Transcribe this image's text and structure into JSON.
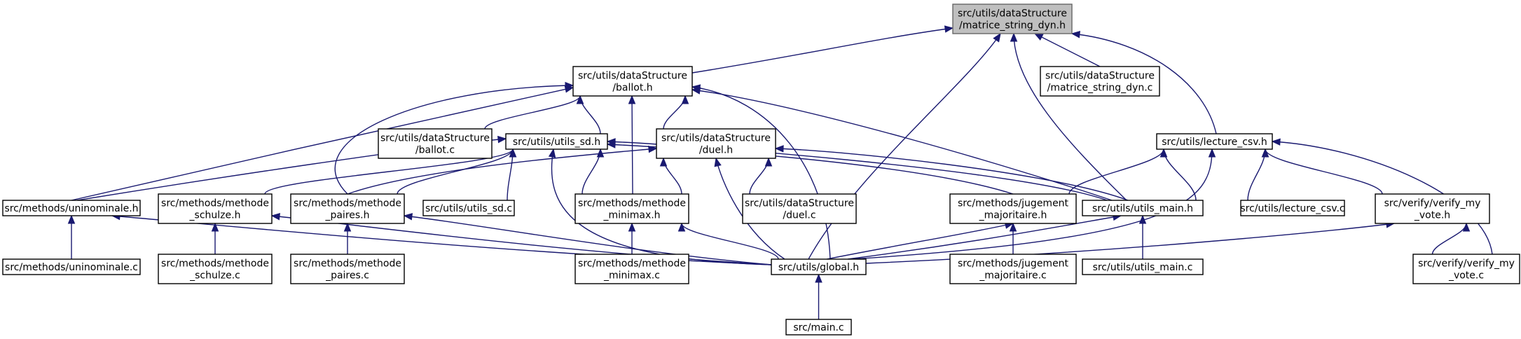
{
  "graph": {
    "type": "include-dependency-graph",
    "colors": {
      "edge": "#191970",
      "root_fill": "#bfbfbf",
      "node_fill": "#ffffff",
      "node_border": "#000000"
    },
    "nodes": [
      {
        "id": "root",
        "label": [
          "src/utils/dataStructure",
          "/matrice_string_dyn.h"
        ],
        "root": true
      },
      {
        "id": "mdyn_c",
        "label": [
          "src/utils/dataStructure",
          "/matrice_string_dyn.c"
        ]
      },
      {
        "id": "ballot_h",
        "label": [
          "src/utils/dataStructure",
          "/ballot.h"
        ]
      },
      {
        "id": "ballot_c",
        "label": [
          "src/utils/dataStructure",
          "/ballot.c"
        ]
      },
      {
        "id": "sd_h",
        "label": [
          "src/utils/utils_sd.h"
        ]
      },
      {
        "id": "sd_c",
        "label": [
          "src/utils/utils_sd.c"
        ]
      },
      {
        "id": "duel_h",
        "label": [
          "src/utils/dataStructure",
          "/duel.h"
        ]
      },
      {
        "id": "duel_c",
        "label": [
          "src/utils/dataStructure",
          "/duel.c"
        ]
      },
      {
        "id": "csv_h",
        "label": [
          "src/utils/lecture_csv.h"
        ]
      },
      {
        "id": "csv_c",
        "label": [
          "src/utils/lecture_csv.c"
        ]
      },
      {
        "id": "uni_h",
        "label": [
          "src/methods/uninominale.h"
        ]
      },
      {
        "id": "uni_c",
        "label": [
          "src/methods/uninominale.c"
        ]
      },
      {
        "id": "sch_h",
        "label": [
          "src/methods/methode",
          "_schulze.h"
        ]
      },
      {
        "id": "sch_c",
        "label": [
          "src/methods/methode",
          "_schulze.c"
        ]
      },
      {
        "id": "pai_h",
        "label": [
          "src/methods/methode",
          "_paires.h"
        ]
      },
      {
        "id": "pai_c",
        "label": [
          "src/methods/methode",
          "_paires.c"
        ]
      },
      {
        "id": "min_h",
        "label": [
          "src/methods/methode",
          "_minimax.h"
        ]
      },
      {
        "id": "min_c",
        "label": [
          "src/methods/methode",
          "_minimax.c"
        ]
      },
      {
        "id": "jug_h",
        "label": [
          "src/methods/jugement",
          "_majoritaire.h"
        ]
      },
      {
        "id": "jug_c",
        "label": [
          "src/methods/jugement",
          "_majoritaire.c"
        ]
      },
      {
        "id": "um_h",
        "label": [
          "src/utils/utils_main.h"
        ]
      },
      {
        "id": "um_c",
        "label": [
          "src/utils/utils_main.c"
        ]
      },
      {
        "id": "ver_h",
        "label": [
          "src/verify/verify_my",
          "_vote.h"
        ]
      },
      {
        "id": "ver_c",
        "label": [
          "src/verify/verify_my",
          "_vote.c"
        ]
      },
      {
        "id": "glob_h",
        "label": [
          "src/utils/global.h"
        ]
      },
      {
        "id": "main_c",
        "label": [
          "src/main.c"
        ]
      }
    ],
    "edges": [
      [
        "ballot_h",
        "root"
      ],
      [
        "glob_h",
        "root"
      ],
      [
        "um_h",
        "root"
      ],
      [
        "mdyn_c",
        "root"
      ],
      [
        "csv_h",
        "root"
      ],
      [
        "uni_h",
        "ballot_h"
      ],
      [
        "pai_h",
        "ballot_h"
      ],
      [
        "ballot_c",
        "ballot_h"
      ],
      [
        "sd_h",
        "ballot_h"
      ],
      [
        "min_h",
        "ballot_h"
      ],
      [
        "duel_h",
        "ballot_h"
      ],
      [
        "glob_h",
        "ballot_h"
      ],
      [
        "um_h",
        "ballot_h"
      ],
      [
        "uni_h",
        "sd_h"
      ],
      [
        "sch_h",
        "sd_h"
      ],
      [
        "pai_h",
        "sd_h"
      ],
      [
        "sd_c",
        "sd_h"
      ],
      [
        "min_h",
        "sd_h"
      ],
      [
        "glob_h",
        "sd_h"
      ],
      [
        "jug_h",
        "sd_h"
      ],
      [
        "um_h",
        "sd_h"
      ],
      [
        "pai_h",
        "duel_h"
      ],
      [
        "min_h",
        "duel_h"
      ],
      [
        "duel_c",
        "duel_h"
      ],
      [
        "glob_h",
        "duel_h"
      ],
      [
        "um_h",
        "duel_h"
      ],
      [
        "jug_h",
        "csv_h"
      ],
      [
        "um_h",
        "csv_h"
      ],
      [
        "glob_h",
        "csv_h"
      ],
      [
        "csv_c",
        "csv_h"
      ],
      [
        "ver_h",
        "csv_h"
      ],
      [
        "ver_c",
        "csv_h"
      ],
      [
        "uni_c",
        "uni_h"
      ],
      [
        "glob_h",
        "uni_h"
      ],
      [
        "sch_c",
        "sch_h"
      ],
      [
        "glob_h",
        "sch_h"
      ],
      [
        "pai_c",
        "pai_h"
      ],
      [
        "glob_h",
        "pai_h"
      ],
      [
        "min_c",
        "min_h"
      ],
      [
        "glob_h",
        "min_h"
      ],
      [
        "jug_c",
        "jug_h"
      ],
      [
        "glob_h",
        "jug_h"
      ],
      [
        "um_c",
        "um_h"
      ],
      [
        "glob_h",
        "um_h"
      ],
      [
        "ver_c",
        "ver_h"
      ],
      [
        "glob_h",
        "ver_h"
      ],
      [
        "main_c",
        "glob_h"
      ]
    ]
  }
}
